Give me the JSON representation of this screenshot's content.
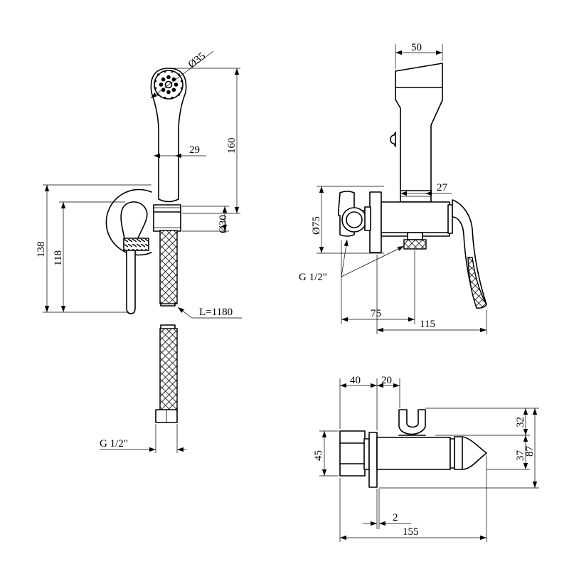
{
  "dimensions": {
    "hand_shower_head_diameter": "Ø35",
    "hand_shower_height": "160",
    "hand_shower_width": "29",
    "holder_diameter": "Ø30",
    "total_height": "138",
    "lever_height": "118",
    "hose_length": "L=1180",
    "hose_connection": "G 1/2\"",
    "holder_width": "50",
    "holder_stem_width": "27",
    "rosette_diameter": "Ø75",
    "outlet_thread": "G 1/2\"",
    "valve_depth_to_outlet": "75",
    "valve_length": "115",
    "rosette_depth": "40",
    "holder_offset": "20",
    "holder_height": "32",
    "total_side_height": "87",
    "body_height": "37",
    "body_block_height": "45",
    "wall_gap": "2",
    "total_side_length": "155"
  }
}
